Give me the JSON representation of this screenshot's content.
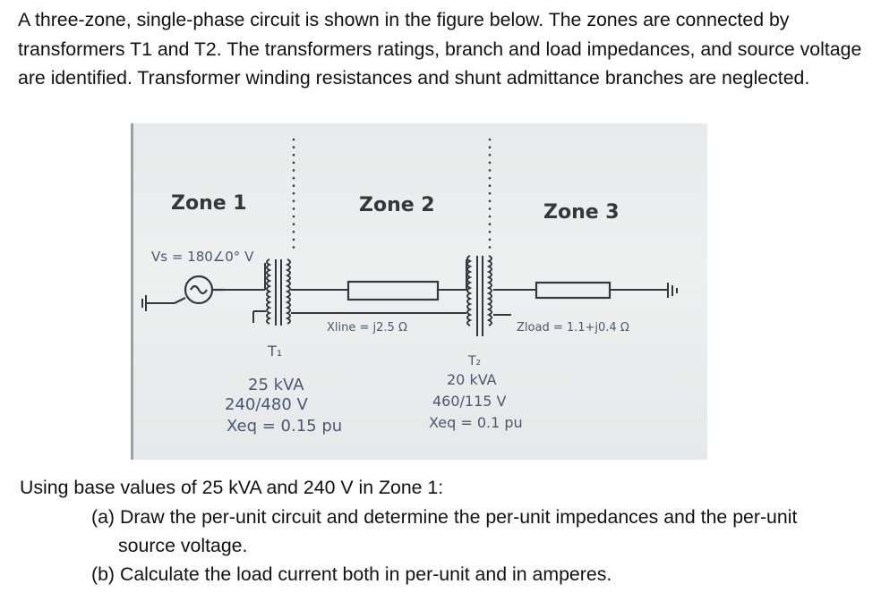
{
  "problem": {
    "intro": "A three-zone, single-phase circuit is shown in the figure below. The zones are connected by transformers T1 and T2. The transformers ratings, branch and load impedances, and source voltage are identified. Transformer winding resistances and shunt admittance branches are neglected.",
    "question_intro": "Using base values of 25 kVA and 240 V in Zone 1:",
    "parts": [
      {
        "label": "(a)",
        "text_line1": "Draw the per-unit circuit and determine the per-unit impedances and the per-unit",
        "text_line2": "source voltage."
      },
      {
        "label": "(b)",
        "text_line1": "Calculate the load current both in per-unit and in amperes."
      }
    ]
  },
  "figure": {
    "zones": [
      "Zone 1",
      "Zone 2",
      "Zone 3"
    ],
    "source_label": "Vs = 180∠0° V",
    "line_label": "Xline = j2.5 Ω",
    "load_label": "Zload = 1.1+j0.4 Ω",
    "t1": {
      "name": "T₁",
      "rating": "25 kVA",
      "voltage": "240/480 V",
      "xeq": "Xeq = 0.15 pu"
    },
    "t2": {
      "name": "T₂",
      "rating": "20 kVA",
      "voltage": "460/115 V",
      "xeq": "Xeq = 0.1 pu"
    },
    "ink_color": "#34373b"
  }
}
